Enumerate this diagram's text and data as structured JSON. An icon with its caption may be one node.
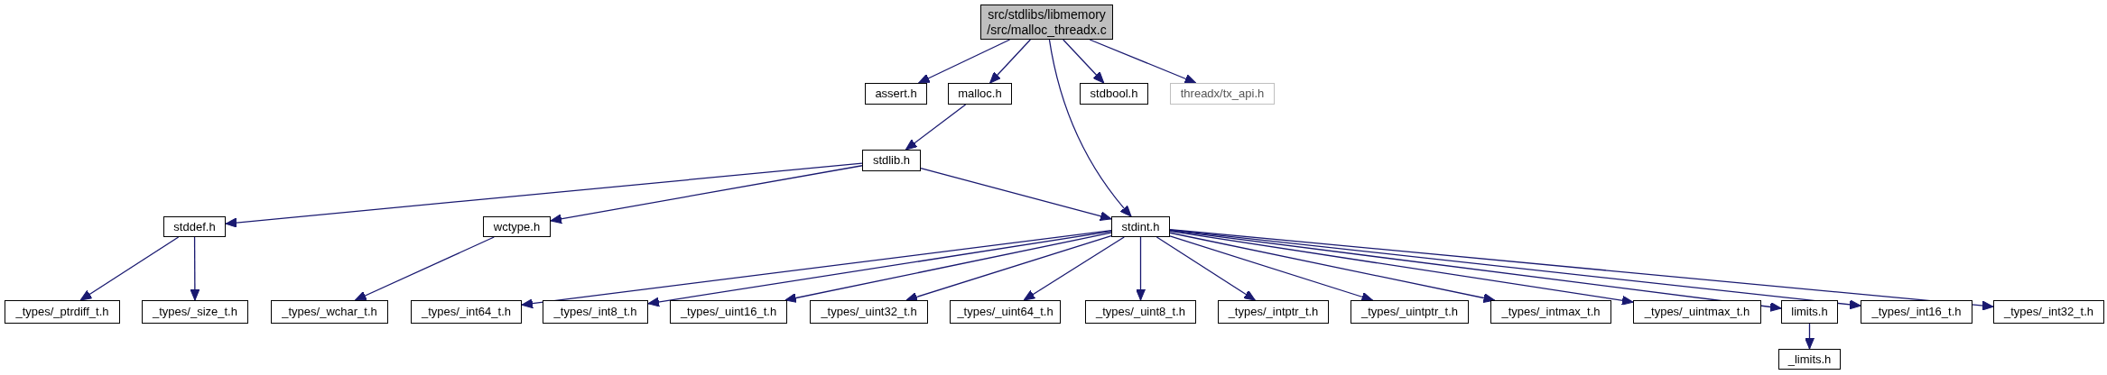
{
  "diagram": {
    "nodes": [
      {
        "text": [
          "src/stdlibs/libmemory /src/malloc_threadx.c"
        ]
      },
      {
        "text": [
          "assert.h"
        ]
      },
      {
        "text": [
          "malloc.h"
        ]
      },
      {
        "text": [
          "stdbool.h"
        ]
      },
      {
        "text": [
          "threadx/tx_api.h"
        ]
      },
      {
        "text": [
          "stdlib.h"
        ]
      },
      {
        "text": [
          "stddef.h"
        ]
      },
      {
        "text": [
          "wctype.h"
        ]
      },
      {
        "text": [
          "stdint.h"
        ]
      },
      {
        "text": [
          "_types/_ptrdiff_t.h"
        ]
      },
      {
        "text": [
          "_types/_size_t.h"
        ]
      },
      {
        "text": [
          "_types/_wchar_t.h"
        ]
      },
      {
        "text": [
          "_types/_int64_t.h"
        ]
      },
      {
        "text": [
          "_types/_int8_t.h"
        ]
      },
      {
        "text": [
          "_types/_uint16_t.h"
        ]
      },
      {
        "text": [
          "_types/_uint32_t.h"
        ]
      },
      {
        "text": [
          "_types/_uint64_t.h"
        ]
      },
      {
        "text": [
          "_types/_uint8_t.h"
        ]
      },
      {
        "text": [
          "_types/_intptr_t.h"
        ]
      },
      {
        "text": [
          "_types/_uintptr_t.h"
        ]
      },
      {
        "text": [
          "_types/_intmax_t.h"
        ]
      },
      {
        "text": [
          "_types/_uintmax_t.h"
        ]
      },
      {
        "text": [
          "limits.h"
        ]
      },
      {
        "text": [
          "_types/_int16_t.h"
        ]
      },
      {
        "text": [
          "_types/_int32_t.h"
        ]
      },
      {
        "text": [
          "_limits.h"
        ]
      }
    ],
    "edges": [
      {
        "from": 0,
        "to": 1,
        "arrow": "to"
      },
      {
        "from": 0,
        "to": 2,
        "arrow": "to"
      },
      {
        "from": 0,
        "to": 8,
        "arrow": "to"
      },
      {
        "from": 0,
        "to": 3,
        "arrow": "to"
      },
      {
        "from": 0,
        "to": 4,
        "arrow": "to"
      },
      {
        "from": 2,
        "to": 5,
        "arrow": "to"
      },
      {
        "from": 5,
        "to": 6,
        "arrow": "to"
      },
      {
        "from": 5,
        "to": 7,
        "arrow": "to"
      },
      {
        "from": 5,
        "to": 8,
        "arrow": "to"
      },
      {
        "from": 6,
        "to": 9,
        "arrow": "to"
      },
      {
        "from": 6,
        "to": 10,
        "arrow": "to"
      },
      {
        "from": 7,
        "to": 11,
        "arrow": "to"
      },
      {
        "from": 8,
        "to": 12,
        "arrow": "to"
      },
      {
        "from": 8,
        "to": 13,
        "arrow": "to"
      },
      {
        "from": 8,
        "to": 14,
        "arrow": "to"
      },
      {
        "from": 8,
        "to": 15,
        "arrow": "to"
      },
      {
        "from": 8,
        "to": 16,
        "arrow": "to"
      },
      {
        "from": 8,
        "to": 17,
        "arrow": "to"
      },
      {
        "from": 8,
        "to": 18,
        "arrow": "to"
      },
      {
        "from": 8,
        "to": 19,
        "arrow": "to"
      },
      {
        "from": 8,
        "to": 20,
        "arrow": "to"
      },
      {
        "from": 8,
        "to": 21,
        "arrow": "to"
      },
      {
        "from": 8,
        "to": 22,
        "arrow": "to"
      },
      {
        "from": 8,
        "to": 23,
        "arrow": "to"
      },
      {
        "from": 8,
        "to": 24,
        "arrow": "to"
      },
      {
        "from": 22,
        "to": 25,
        "arrow": "to"
      }
    ]
  }
}
